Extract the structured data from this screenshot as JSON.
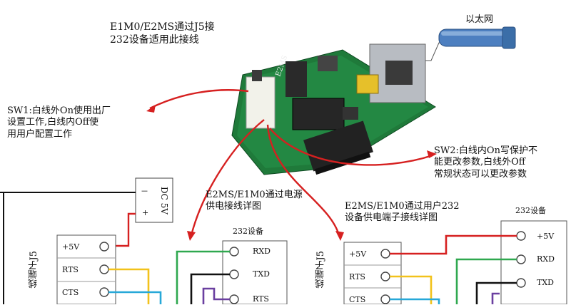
{
  "top_note": [
    "E1M0/E2MS通过J5接",
    "232设备适用此接线"
  ],
  "ethernet_label": "以太网",
  "sw1_note": [
    "SW1:白线外On使用出厂",
    "设置工作,白线内Off使",
    "用用户配置工作"
  ],
  "sw2_note": [
    "SW2:白线内On写保护不",
    "能更改参数,白线外Off",
    "常规状态可以更改参数"
  ],
  "dc_label": "DC 5V",
  "dc_minus": "－",
  "dc_plus": "+",
  "left_title": [
    "E2MS/E1M0通过电源",
    "供电接线详图"
  ],
  "right_title": [
    "E2MS/E1M0通过用户232",
    "设备供电端子接线详图"
  ],
  "device_label": "232设备",
  "terminal_label": "线端子J5",
  "left_terminal_pins": [
    "+5V",
    "RTS",
    "CTS"
  ],
  "left_device_pins": [
    "RXD",
    "TXD",
    "RTS"
  ],
  "right_terminal_pins": [
    "+5V",
    "RTS",
    "CTS"
  ],
  "right_device_pins": [
    "+5V",
    "RXD",
    "TXD"
  ],
  "board_text": "E2MS",
  "colors": {
    "red": "#d62020",
    "green": "#2fa84f",
    "yellow": "#f2c21b",
    "cyan": "#27a8d8",
    "purple": "#6a3fa0",
    "black": "#111111",
    "pcb_green": "#1f7a3a"
  }
}
